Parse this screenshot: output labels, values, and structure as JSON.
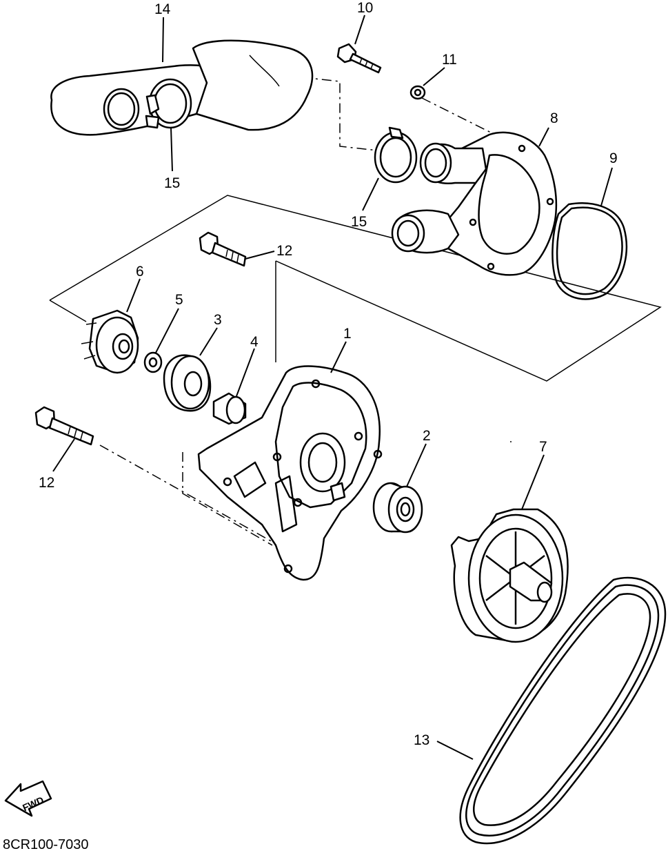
{
  "diagram_code": "8CR100-7030",
  "fwd_label": "FWD",
  "callouts": {
    "c1": "1",
    "c2": "2",
    "c3": "3",
    "c4": "4",
    "c5": "5",
    "c6": "6",
    "c7": "7",
    "c8": "8",
    "c9": "9",
    "c10": "10",
    "c11": "11",
    "c12a": "12",
    "c12b": "12",
    "c13": "13",
    "c14": "14",
    "c15a": "15",
    "c15b": "15"
  }
}
